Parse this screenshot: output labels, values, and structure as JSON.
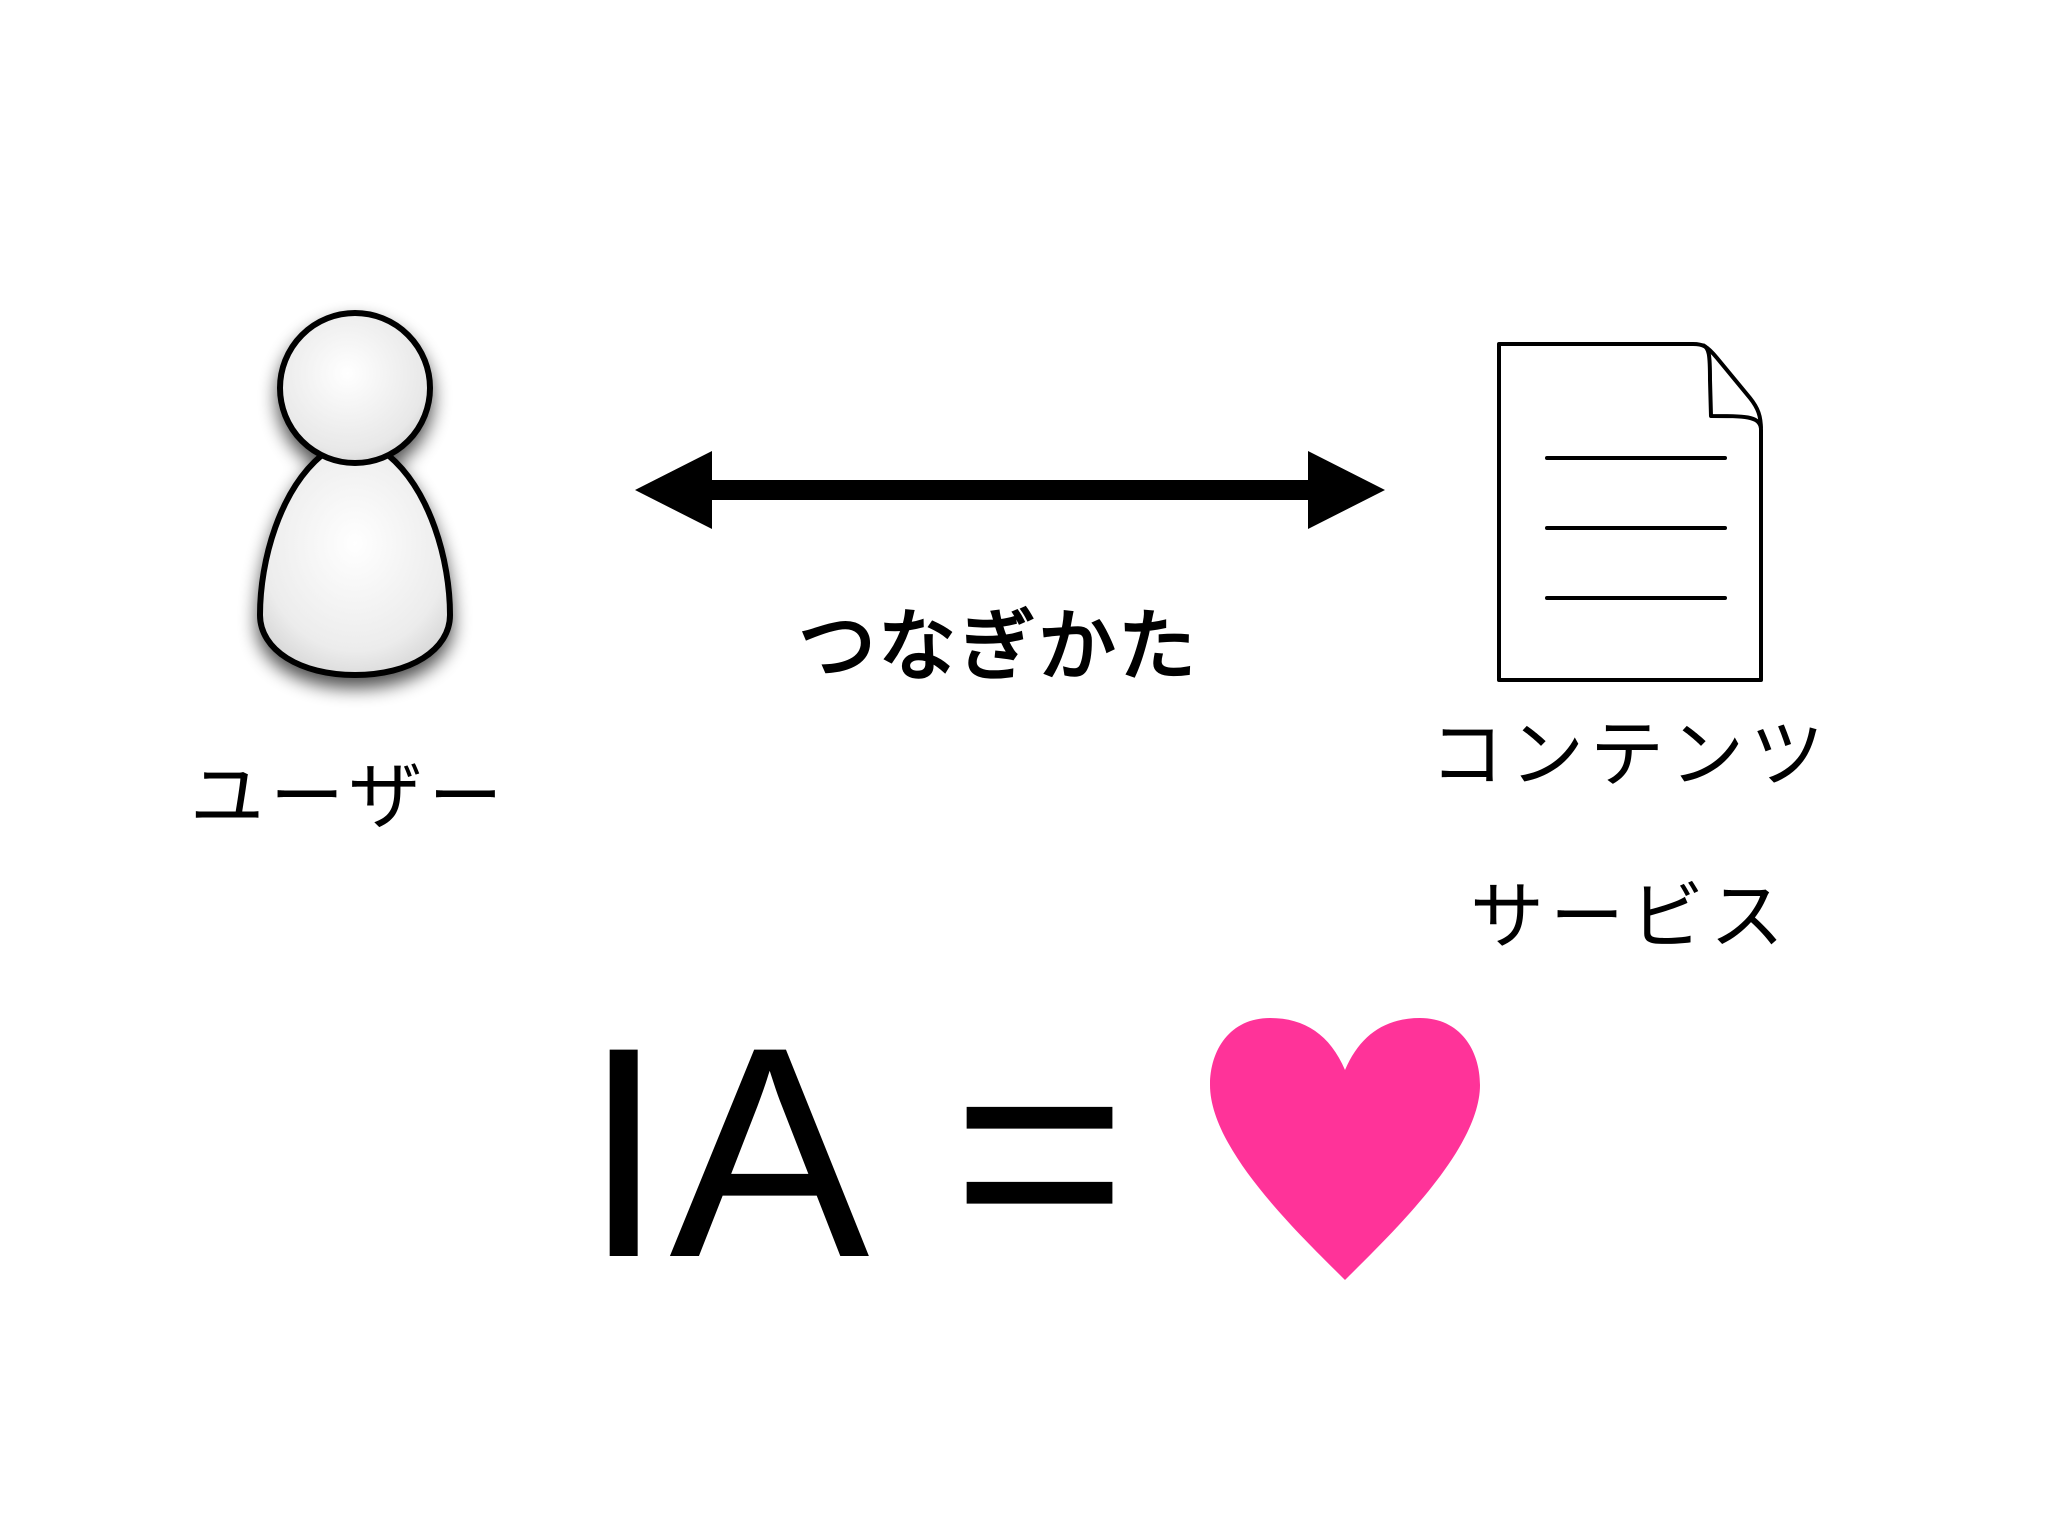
{
  "diagram": {
    "user_label": "ユーザー",
    "connection_label": "つなぎかた",
    "content_label": "コンテンツ",
    "service_label": "サービス",
    "equation": {
      "lhs": "IA",
      "operator": "="
    },
    "icons": {
      "user": "person-icon",
      "connection": "double-arrow-icon",
      "content": "document-icon",
      "result": "heart-icon"
    },
    "colors": {
      "heart": "#ff3399",
      "stroke": "#000000",
      "background": "#ffffff"
    }
  }
}
